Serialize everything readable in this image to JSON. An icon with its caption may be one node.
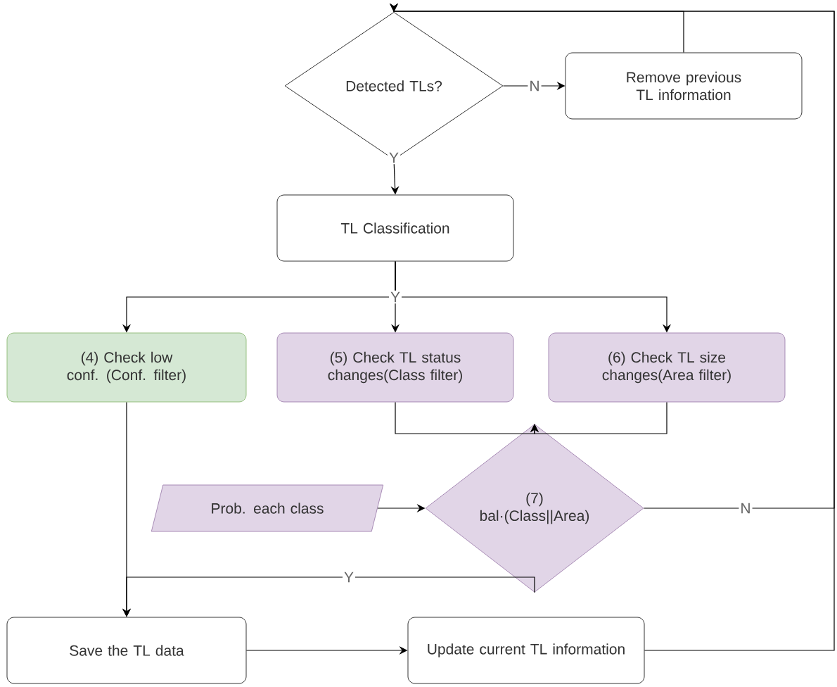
{
  "diagram": {
    "nodes": [
      {
        "text": [
          "Detected TLs?"
        ]
      },
      {
        "text": [
          "Remove previous TL information"
        ]
      },
      {
        "text": [
          "TL Classification"
        ]
      },
      {
        "text": [
          "(4) Check low conf. (Conf. filter)"
        ]
      },
      {
        "text": [
          "(5) Check TL status changes(Class filter)"
        ]
      },
      {
        "text": [
          "(6) Check TL size changes(Area filter)"
        ]
      },
      {
        "text": [
          "(7)",
          "bal·(Class||Area)"
        ]
      },
      {
        "text": [
          "Prob. each class"
        ]
      },
      {
        "text": [
          "Save the TL data"
        ]
      },
      {
        "text": [
          "Update current TL information"
        ]
      }
    ],
    "edges": [
      {
        "from": 0,
        "to": 1,
        "arrow": "to",
        "label": "N"
      },
      {
        "from": 0,
        "to": 2,
        "arrow": "to",
        "label": "Y"
      },
      {
        "from": 2,
        "to": 3,
        "arrow": "to"
      },
      {
        "from": 2,
        "to": 4,
        "arrow": "to",
        "label": "Y"
      },
      {
        "from": 2,
        "to": 5,
        "arrow": "to"
      },
      {
        "from": 4,
        "to": 6,
        "arrow": "to"
      },
      {
        "from": 5,
        "to": 6,
        "arrow": "to"
      },
      {
        "from": 7,
        "to": 6,
        "arrow": "to"
      },
      {
        "from": 6,
        "to": 8,
        "arrow": "to",
        "label": "Y"
      },
      {
        "from": 3,
        "to": 8,
        "arrow": "to"
      },
      {
        "from": 8,
        "to": 9,
        "arrow": "to"
      },
      {
        "from": 1,
        "to": 0,
        "arrow": "to"
      },
      {
        "from": 6,
        "to": 0,
        "arrow": "to",
        "label": "N"
      },
      {
        "from": 9,
        "to": 0,
        "arrow": "to"
      }
    ]
  }
}
